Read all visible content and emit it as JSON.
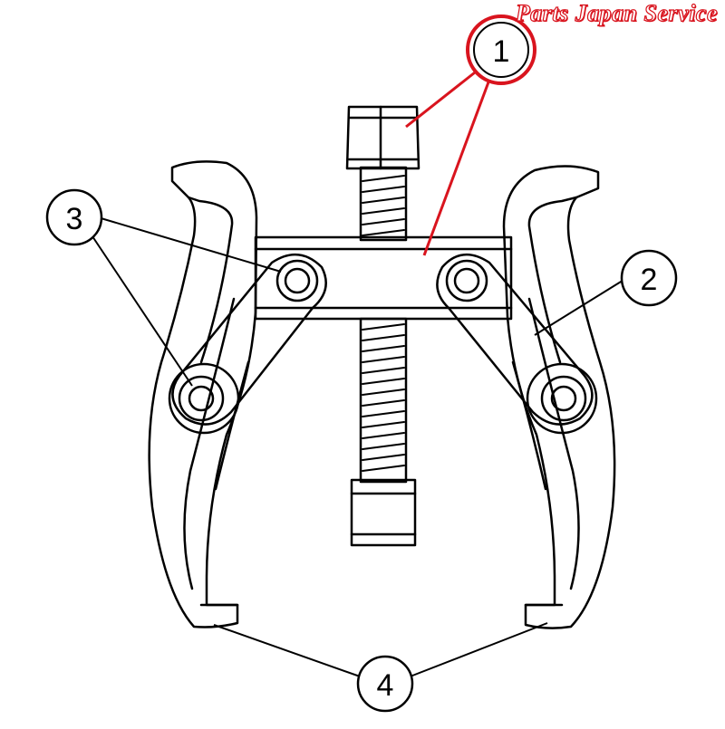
{
  "watermark": {
    "text": "Parts Japan Service",
    "color": "#d9141e"
  },
  "callouts": [
    {
      "id": "1",
      "label": "1",
      "highlight": true,
      "color": "#d9141e"
    },
    {
      "id": "2",
      "label": "2",
      "highlight": false,
      "color": "#000000"
    },
    {
      "id": "3",
      "label": "3",
      "highlight": false,
      "color": "#000000"
    },
    {
      "id": "4",
      "label": "4",
      "highlight": false,
      "color": "#000000"
    }
  ],
  "colors": {
    "line": "#000000",
    "background": "#ffffff",
    "highlight": "#d9141e"
  }
}
